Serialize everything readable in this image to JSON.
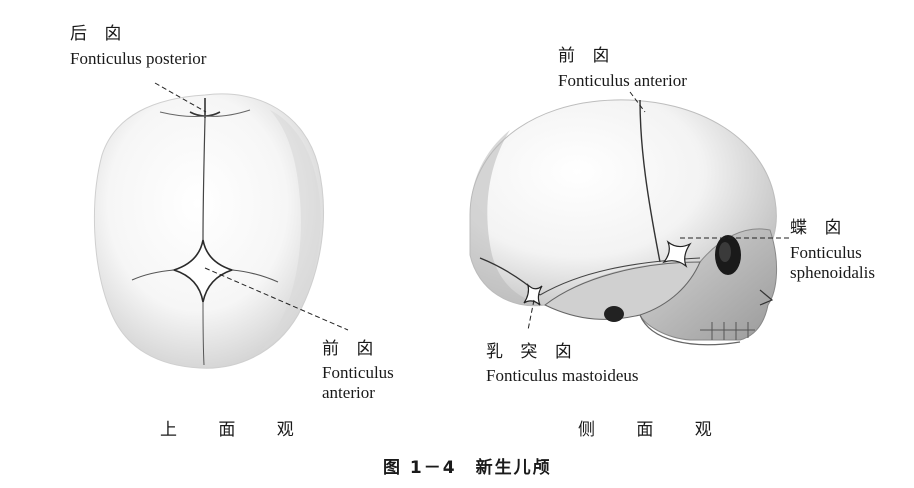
{
  "top_view": {
    "posterior_cn": "后 囟",
    "posterior_en": "Fonticulus posterior",
    "anterior_cn": "前 囟",
    "anterior_en_1": "Fonticulus",
    "anterior_en_2": "anterior",
    "view_label": "上 面 观"
  },
  "side_view": {
    "anterior_cn": "前 囟",
    "anterior_en": "Fonticulus anterior",
    "sphenoid_cn": "蝶 囟",
    "sphenoid_en_1": "Fonticulus",
    "sphenoid_en_2": "sphenoidalis",
    "mastoid_cn": "乳 突 囟",
    "mastoid_en": "Fonticulus mastoideus",
    "view_label": "侧 面 观"
  },
  "caption": "图 1－4　新生儿颅"
}
